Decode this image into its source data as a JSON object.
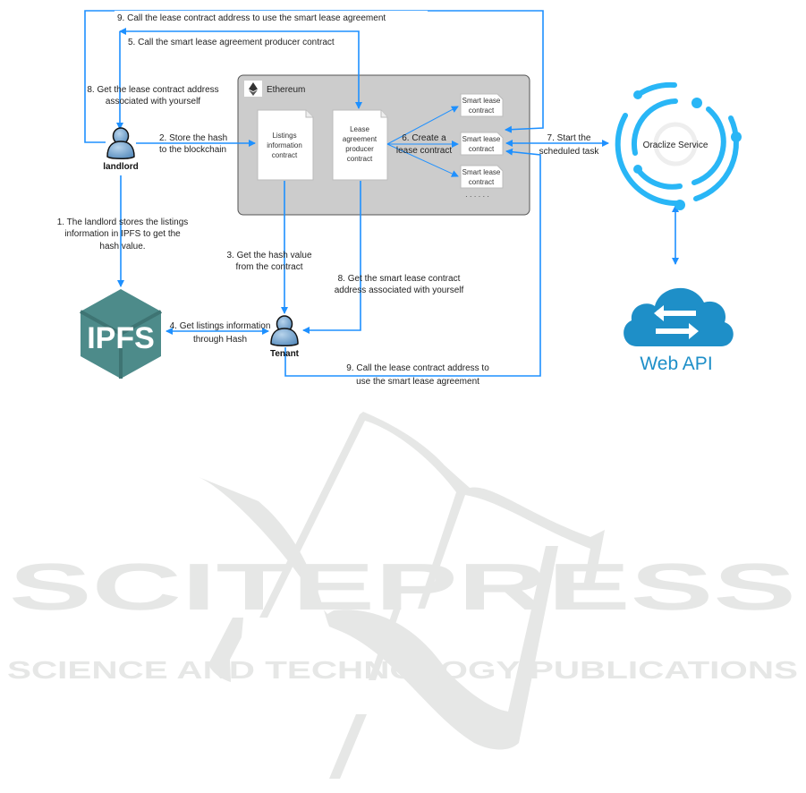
{
  "watermark": {
    "brand": "SCITEPRESS",
    "tagline": "SCIENCE AND TECHNOLOGY PUBLICATIONS"
  },
  "colors": {
    "flow": "#1e90ff",
    "ethereum_panel": "#cccccc",
    "oracle": "#29b6f6",
    "ipfs": "#4d8b8a",
    "cloud": "#1e8fc8",
    "watermark": "#e6e7e6"
  },
  "actors": {
    "landlord": "landlord",
    "tenant": "Tenant"
  },
  "ethereum": {
    "title": "Ethereum",
    "listings_contract": [
      "Listings",
      "information",
      "contract"
    ],
    "producer_contract": [
      "Lease",
      "agreement",
      "producer",
      "contract"
    ],
    "smart_lease": [
      "Smart lease",
      "contract"
    ],
    "ellipsis": "· · · · · ·"
  },
  "services": {
    "oracle": "Oraclize Service",
    "ipfs": "IPFS",
    "webapi": "Web API"
  },
  "steps": {
    "s1": [
      "1. The landlord stores the listings",
      "information in IPFS to get the",
      "hash value."
    ],
    "s2": [
      "2. Store the hash",
      "to the blockchain"
    ],
    "s3": [
      "3. Get the hash value",
      "from the contract"
    ],
    "s4": [
      "4. Get listings information",
      "through Hash"
    ],
    "s5": "5. Call the smart lease agreement producer contract",
    "s6": [
      "6. Create a",
      "lease contract"
    ],
    "s7": [
      "7. Start the",
      "scheduled task"
    ],
    "s8_landlord": [
      "8. Get the lease contract address",
      "associated with yourself"
    ],
    "s8_tenant": [
      "8. Get the smart lease contract",
      "address associated with yourself"
    ],
    "s9_landlord": "9. Call the lease contract address to use the smart lease agreement",
    "s9_tenant": [
      "9. Call the lease contract address to",
      "use the smart lease agreement"
    ]
  }
}
